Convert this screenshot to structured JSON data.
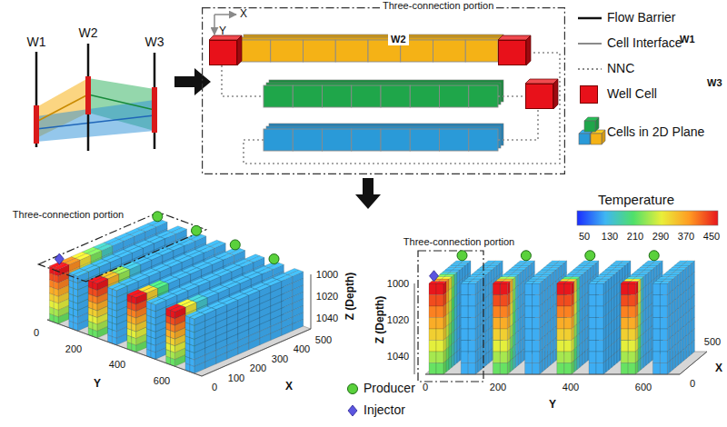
{
  "diagram": {
    "nodes": [
      {
        "text": [
          "Three-connection portion"
        ]
      },
      {
        "text": [
          "W2"
        ],
        "in": 0
      },
      {
        "text": [
          "W1"
        ],
        "in": 0
      },
      {
        "text": [
          "W3"
        ],
        "in": 0
      }
    ],
    "labels": [
      "W1",
      "W2",
      "W3",
      "X",
      "Y",
      "Three-connection portion",
      "0",
      "200",
      "400",
      "600",
      "Y",
      "0",
      "100",
      "200",
      "300",
      "400",
      "500",
      "X",
      "1000",
      "1020",
      "1040",
      "Z (Depth)",
      "Three-connection portion",
      "1000",
      "1020",
      "1040",
      "Z (Depth)",
      "0",
      "200",
      "400",
      "600",
      "Y",
      "0",
      "500",
      "X",
      "Temperature",
      "50",
      "130",
      "210",
      "290",
      "370",
      "450"
    ],
    "legend": [
      {
        "text": "Flow Barrier"
      },
      {
        "text": "Cell Interface"
      },
      {
        "text": "NNC"
      },
      {
        "text": "Well Cell",
        "color": "#e8111a"
      },
      {
        "text": "Cells in 2D Plane"
      },
      {
        "text": "Producer"
      },
      {
        "text": "Injector"
      }
    ]
  }
}
